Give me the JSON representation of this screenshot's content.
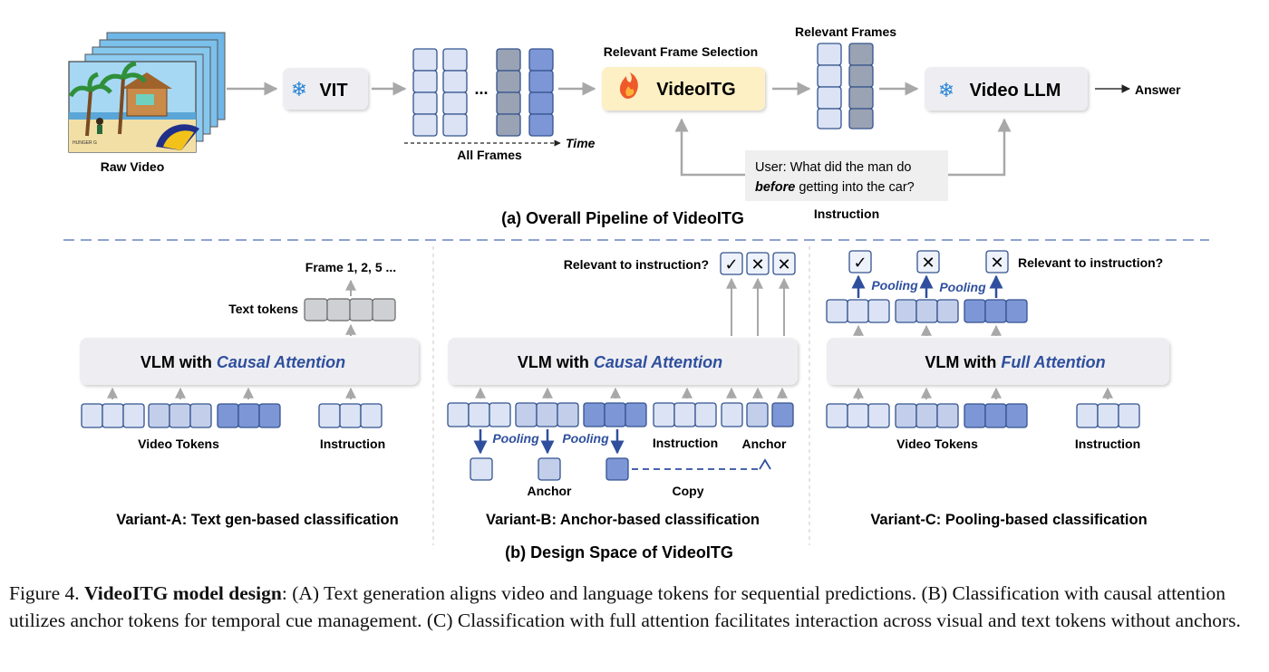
{
  "pipeline": {
    "raw_video_label": "Raw Video",
    "vit_label": "VIT",
    "ellipsis": "...",
    "time_label": "Time",
    "all_frames_label": "All Frames",
    "selection_title": "Relevant Frame Selection",
    "videoitg_label": "VideoITG",
    "relevant_frames_label": "Relevant Frames",
    "video_llm_label": "Video LLM",
    "answer_label": "Answer",
    "user_query_line1": "User: What did the man do",
    "user_query_bold": "before",
    "user_query_line2_rest": " getting into the car?",
    "instruction_label": "Instruction",
    "section_title": "(a) Overall Pipeline of VideoITG"
  },
  "variant_a": {
    "output_label": "Frame 1, 2, 5 ...",
    "text_tokens_label": "Text tokens",
    "vlm_prefix": "VLM with ",
    "vlm_emph": "Causal Attention",
    "video_tokens_label": "Video Tokens",
    "instruction_label": "Instruction",
    "title": "Variant-A: Text gen-based classification"
  },
  "variant_b": {
    "relevant_label": "Relevant to instruction?",
    "marks": [
      "✓",
      "✕",
      "✕"
    ],
    "vlm_prefix": "VLM with ",
    "vlm_emph": "Causal Attention",
    "pooling_label": "Pooling",
    "instruction_label": "Instruction",
    "anchor_label": "Anchor",
    "anchor_bottom_label": "Anchor",
    "copy_label": "Copy",
    "title": "Variant-B: Anchor-based classification"
  },
  "variant_c": {
    "marks": [
      "✓",
      "✕",
      "✕"
    ],
    "pooling_label": "Pooling",
    "relevant_label": "Relevant to instruction?",
    "vlm_prefix": "VLM with ",
    "vlm_emph": "Full Attention",
    "video_tokens_label": "Video Tokens",
    "instruction_label": "Instruction",
    "title": "Variant-C: Pooling-based classification"
  },
  "design_space_title": "(b) Design Space of VideoITG",
  "caption": {
    "prefix": "Figure 4. ",
    "bold": "VideoITG model design",
    "text": ": (A) Text generation aligns video and language tokens for sequential predictions. (B) Classification with causal attention utilizes anchor tokens for temporal cue management. (C) Classification with full attention facilitates interaction across visual and text tokens without anchors."
  },
  "colors": {
    "token_light": "#dbe3f4",
    "token_mid": "#c3cfea",
    "token_dark": "#7d96d6",
    "token_gray": "#9aa3b3",
    "text_token": "#cfd0d3",
    "vlm_box": "#eeeef2",
    "videoitg_box": "#fdf0c4",
    "accent_blue": "#2f4f9e",
    "arrow_gray": "#a8a8a8",
    "divider": "#8ea3d2"
  }
}
